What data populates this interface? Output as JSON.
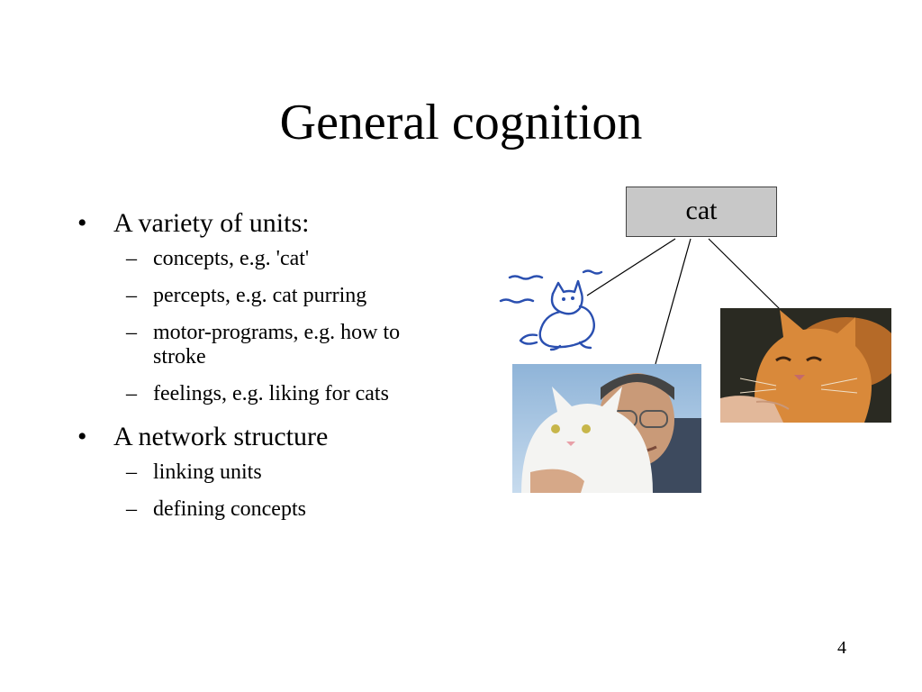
{
  "slide": {
    "title": "General cognition",
    "bullets": [
      {
        "text": "A variety of units:",
        "subitems": [
          "concepts, e.g. 'cat'",
          "percepts, e.g. cat purring",
          "motor-programs, e.g. how to stroke",
          "feelings, e.g. liking for cats"
        ]
      },
      {
        "text": "A network structure",
        "subitems": [
          "linking units",
          "defining concepts"
        ]
      }
    ],
    "bullet_marks": {
      "level1": "•",
      "level2": "–"
    },
    "concept_node": "cat",
    "page_number": "4",
    "colors": {
      "node_fill": "#c8c8c8",
      "node_border": "#444444",
      "text": "#000000"
    },
    "images": [
      "purring-cat-drawing",
      "man-hugging-white-cat-photo",
      "orange-cat-being-stroked-photo"
    ]
  }
}
